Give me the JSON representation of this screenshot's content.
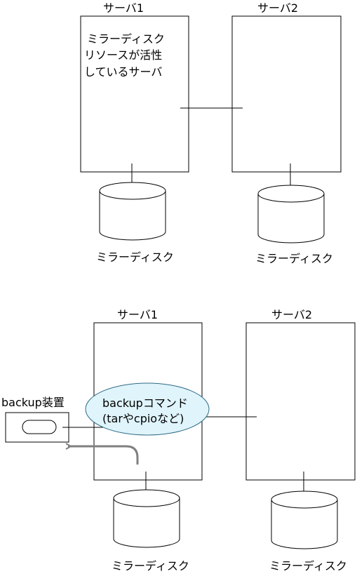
{
  "top": {
    "server1": {
      "title": "サーバ1",
      "note": [
        "ミラーディスク",
        "リソースが活性",
        "しているサーバ"
      ]
    },
    "server2": {
      "title": "サーバ2"
    },
    "disk1_label": "ミラーディスク",
    "disk2_label": "ミラーディスク"
  },
  "bottom": {
    "server1": {
      "title": "サーバ1"
    },
    "server2": {
      "title": "サーバ2"
    },
    "command": {
      "line1": "backupコマンド",
      "line2": "(tarやcpioなど)"
    },
    "backup_device": {
      "label": "backup装置"
    },
    "disk1_label": "ミラーディスク",
    "disk2_label": "ミラーディスク"
  },
  "colors": {
    "ellipse_fill": "#dff4fb",
    "ellipse_stroke": "#2f6b86",
    "arrow": "#808080"
  }
}
